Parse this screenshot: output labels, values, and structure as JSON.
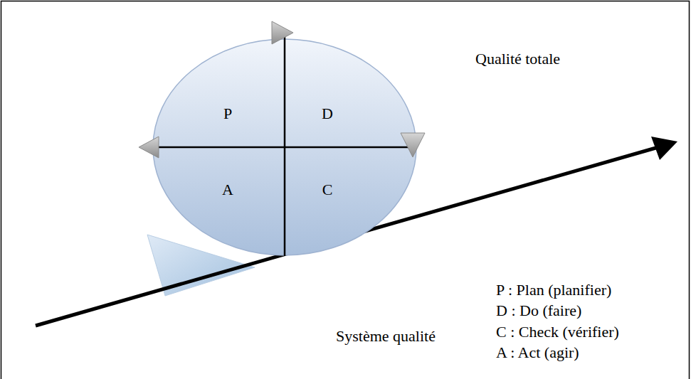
{
  "diagram": {
    "nodes": [
      {
        "text": [
          "P",
          "D",
          "A",
          "C"
        ]
      }
    ],
    "labels": [
      "Qualité totale",
      "Système qualité",
      "P : Plan (planifier)",
      "D : Do (faire)",
      "C : Check (vérifier)",
      "A : Act (agir)"
    ]
  }
}
